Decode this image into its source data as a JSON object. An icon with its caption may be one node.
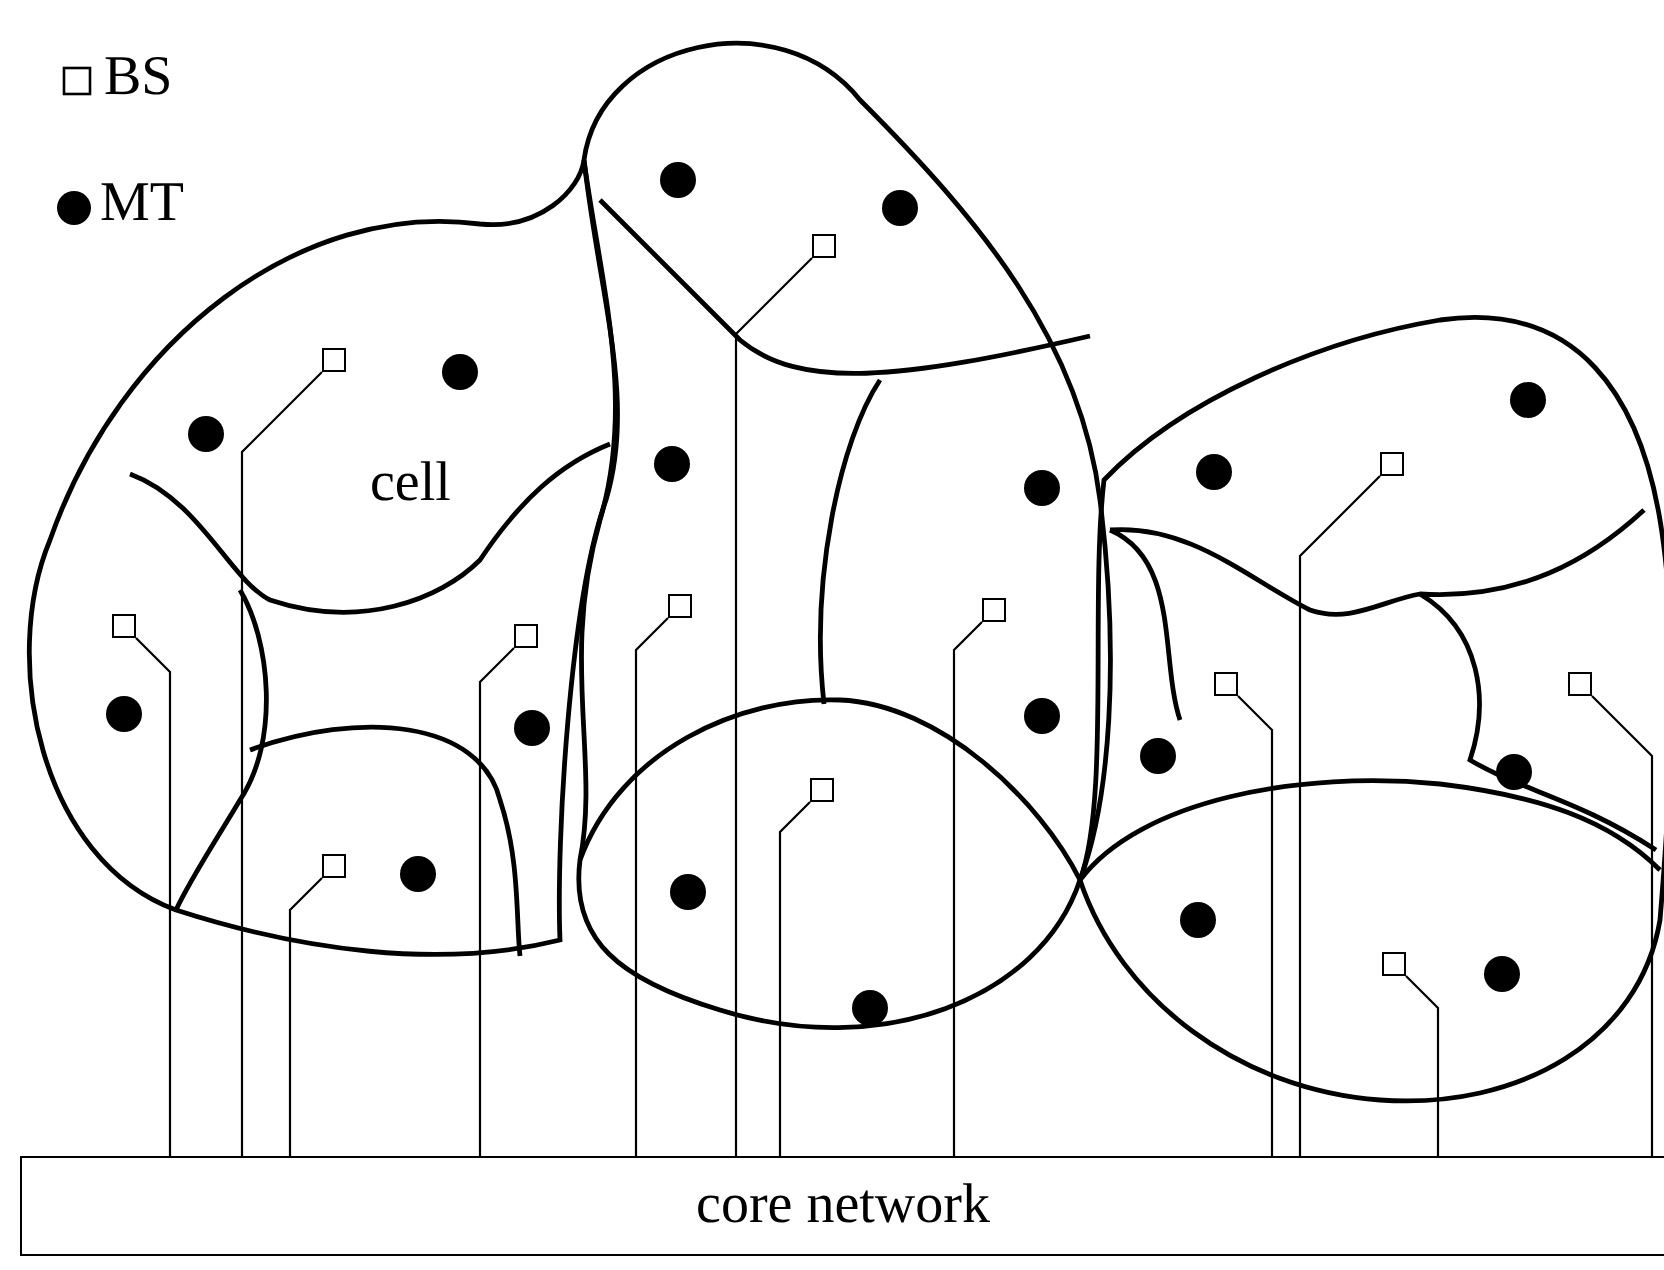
{
  "diagram": {
    "nodes": [
      {
        "text": [],
        "shape": "box"
      },
      {
        "text": [],
        "shape": "box"
      },
      {
        "text": [],
        "shape": "box"
      },
      {
        "text": [],
        "shape": "box"
      },
      {
        "text": [],
        "shape": "box"
      },
      {
        "text": [],
        "shape": "box"
      },
      {
        "text": [],
        "shape": "box"
      },
      {
        "text": [],
        "shape": "box"
      },
      {
        "text": [],
        "shape": "box"
      },
      {
        "text": [],
        "shape": "box"
      },
      {
        "text": [],
        "shape": "box"
      },
      {
        "text": [],
        "shape": "box"
      },
      {
        "text": [
          "core network"
        ]
      }
    ],
    "edges": [
      {
        "from": 0,
        "to": 12,
        "arrow": "none"
      },
      {
        "from": 1,
        "to": 12,
        "arrow": "none"
      },
      {
        "from": 2,
        "to": 12,
        "arrow": "none"
      },
      {
        "from": 3,
        "to": 12,
        "arrow": "none"
      },
      {
        "from": 4,
        "to": 12,
        "arrow": "none"
      },
      {
        "from": 5,
        "to": 12,
        "arrow": "none"
      },
      {
        "from": 6,
        "to": 12,
        "arrow": "none"
      },
      {
        "from": 7,
        "to": 12,
        "arrow": "none"
      },
      {
        "from": 8,
        "to": 12,
        "arrow": "none"
      },
      {
        "from": 9,
        "to": 12,
        "arrow": "none"
      },
      {
        "from": 10,
        "to": 12,
        "arrow": "none"
      },
      {
        "from": 11,
        "to": 12,
        "arrow": "none"
      }
    ],
    "labels": [
      "cell"
    ],
    "legend": [
      {
        "text": "BS"
      },
      {
        "text": "MT"
      }
    ]
  }
}
